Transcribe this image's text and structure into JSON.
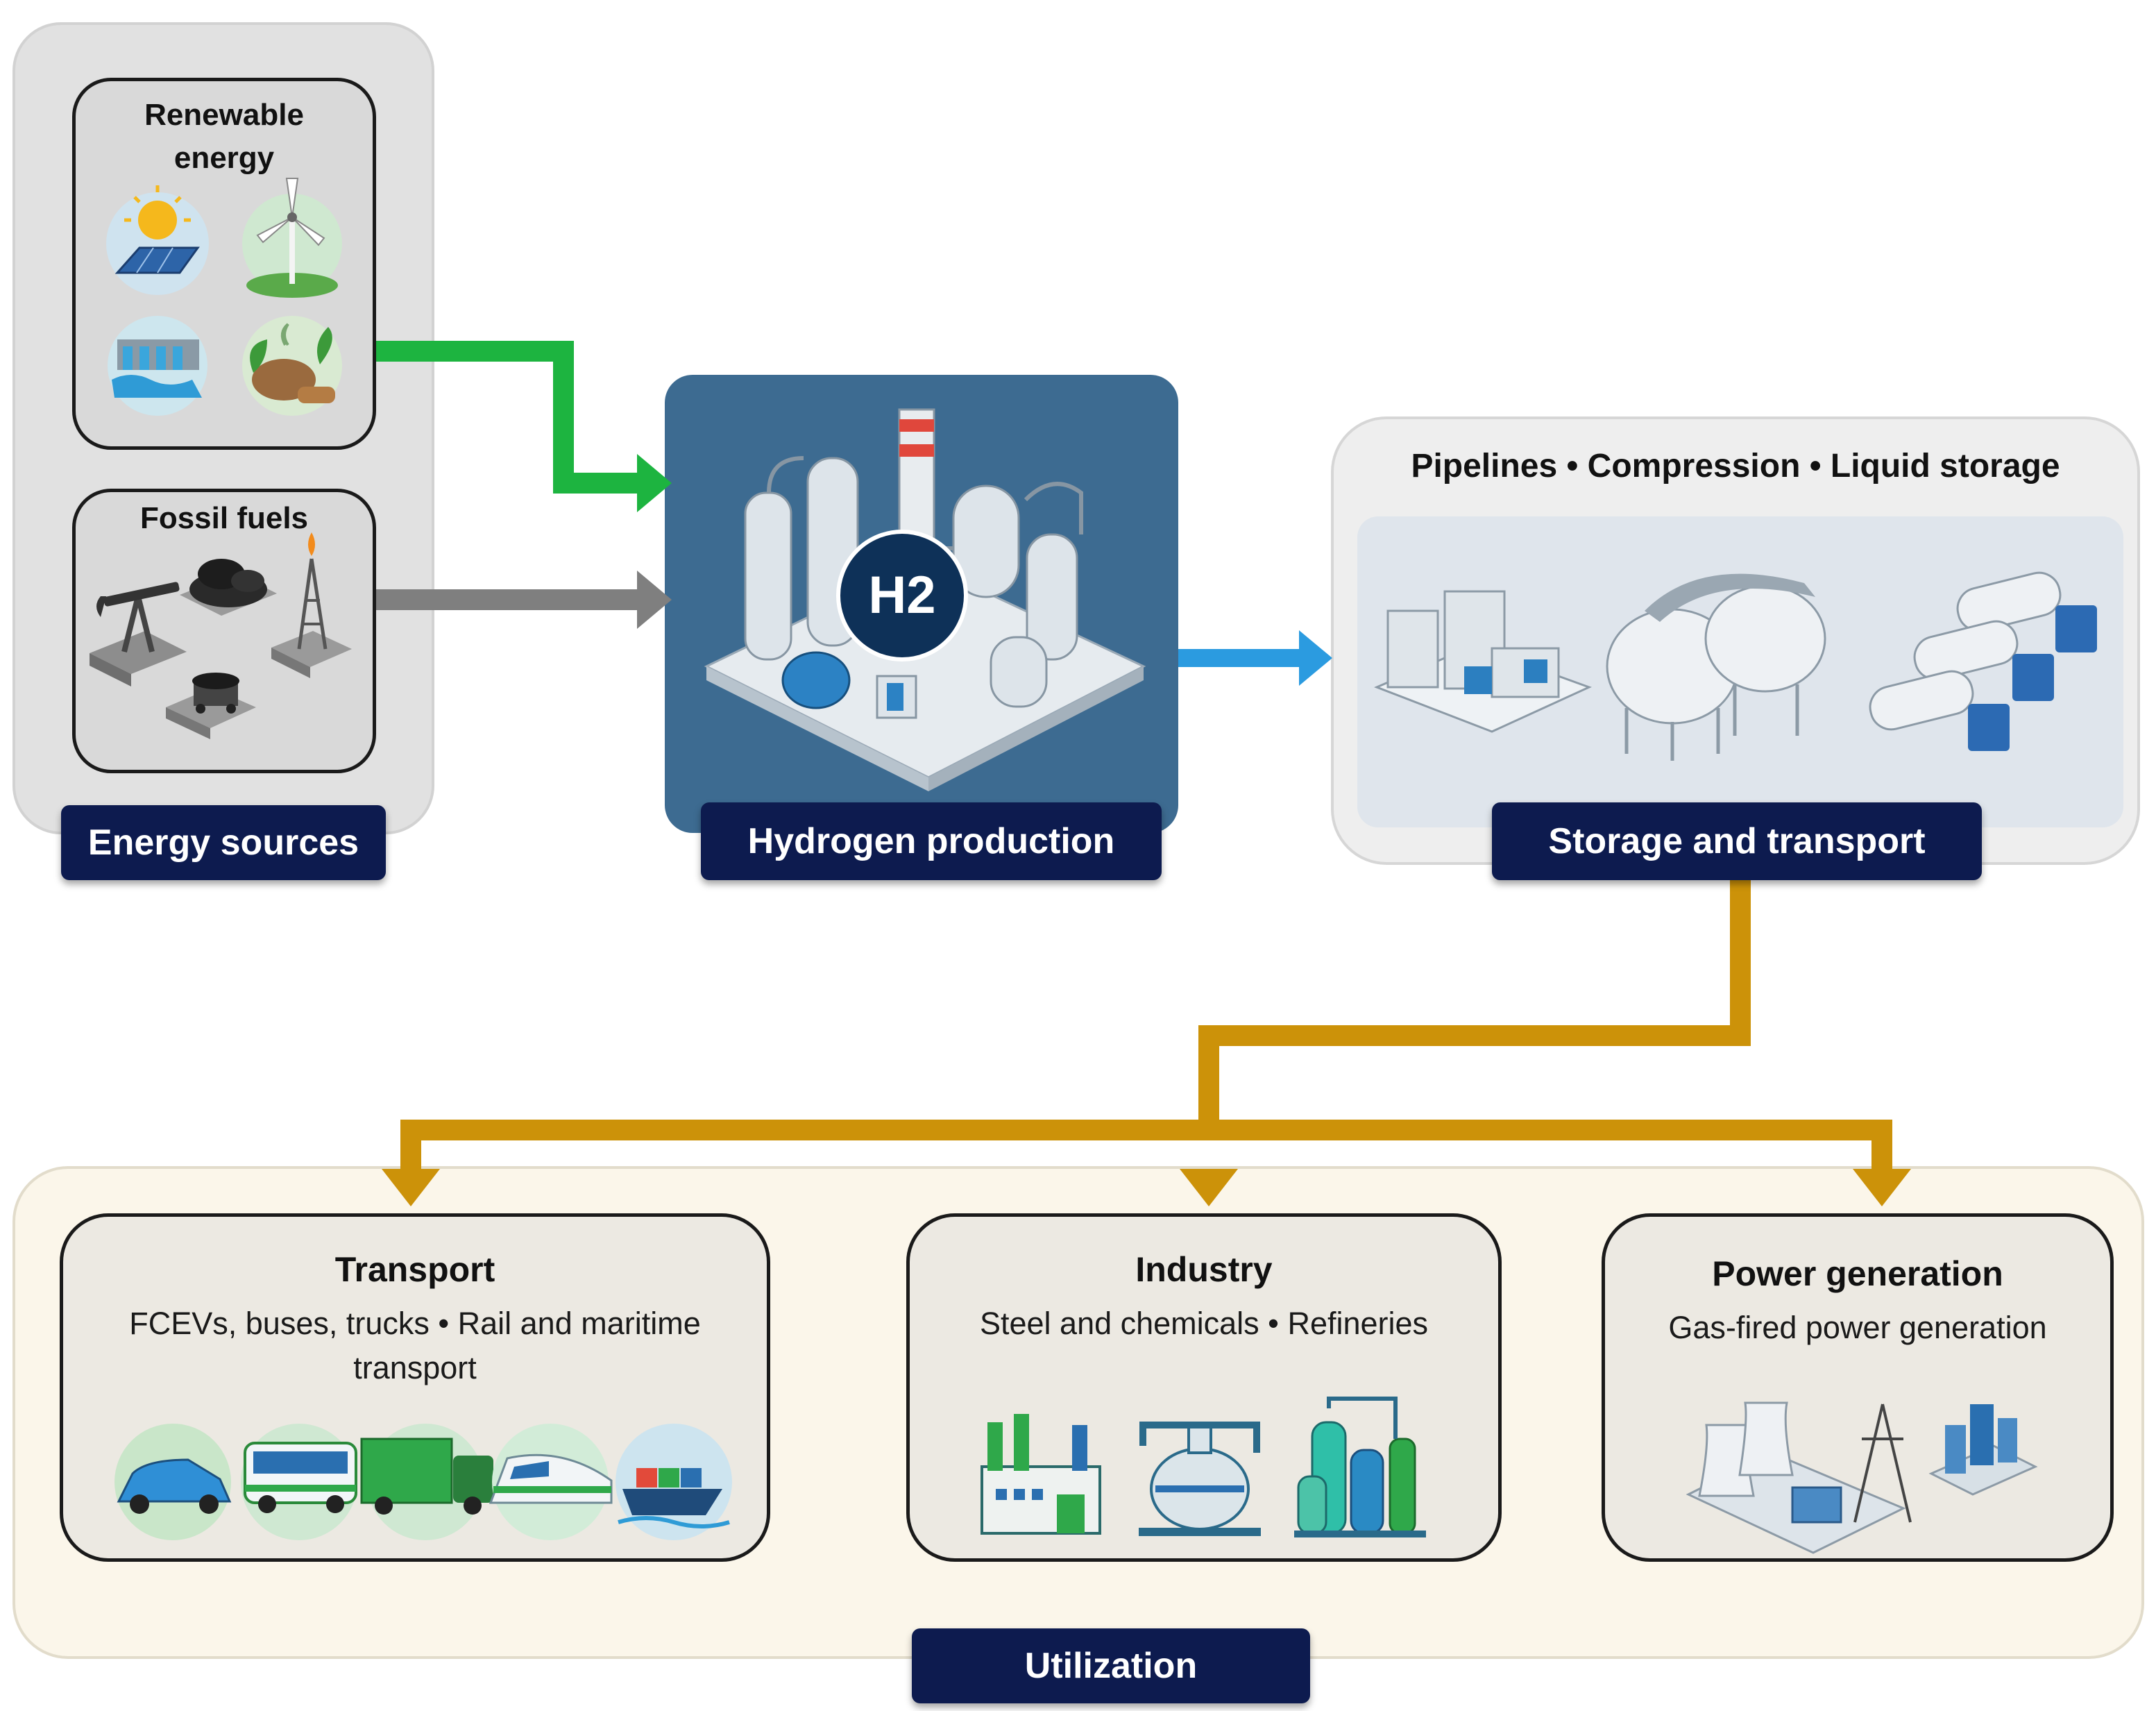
{
  "energy_sources": {
    "label": "Energy sources",
    "renewable": {
      "title": "Renewable energy",
      "icons": [
        "solar-panel-icon",
        "wind-turbine-icon",
        "hydro-dam-icon",
        "biomass-icon"
      ]
    },
    "fossil": {
      "title": "Fossil fuels",
      "icons": [
        "oil-pumpjack-icon",
        "coal-pile-icon",
        "gas-derrick-icon",
        "coal-cart-icon"
      ]
    }
  },
  "hydrogen_production": {
    "label": "Hydrogen production",
    "plant_badge": "H2"
  },
  "storage_transport": {
    "label": "Storage and transport",
    "caption": "Pipelines • Compression • Liquid storage",
    "icons": [
      "compressor-icon",
      "storage-sphere-icon",
      "tanker-truck-icon"
    ]
  },
  "utilization": {
    "label": "Utilization",
    "cards": [
      {
        "title": "Transport",
        "desc_line1": "FCEVs, buses, trucks • Rail and maritime",
        "desc_line2": "transport",
        "icons": [
          "car-icon",
          "bus-icon",
          "truck-icon",
          "train-icon",
          "ship-icon"
        ]
      },
      {
        "title": "Industry",
        "desc_line1": "Steel and chemicals • Refineries",
        "icons": [
          "factory-icon",
          "reactor-icon",
          "refinery-icon"
        ]
      },
      {
        "title": "Power generation",
        "desc_line1": "Gas-fired power generation",
        "icons": [
          "power-plant-icon"
        ]
      }
    ]
  },
  "colors": {
    "renewable_arrow": "#1db440",
    "fossil_arrow": "#7f7f7f",
    "storage_arrow": "#2b9be0",
    "utilization_arrow": "#cc9209",
    "label_bg": "#0d1b4f",
    "production_bg": "#3d6b91"
  }
}
